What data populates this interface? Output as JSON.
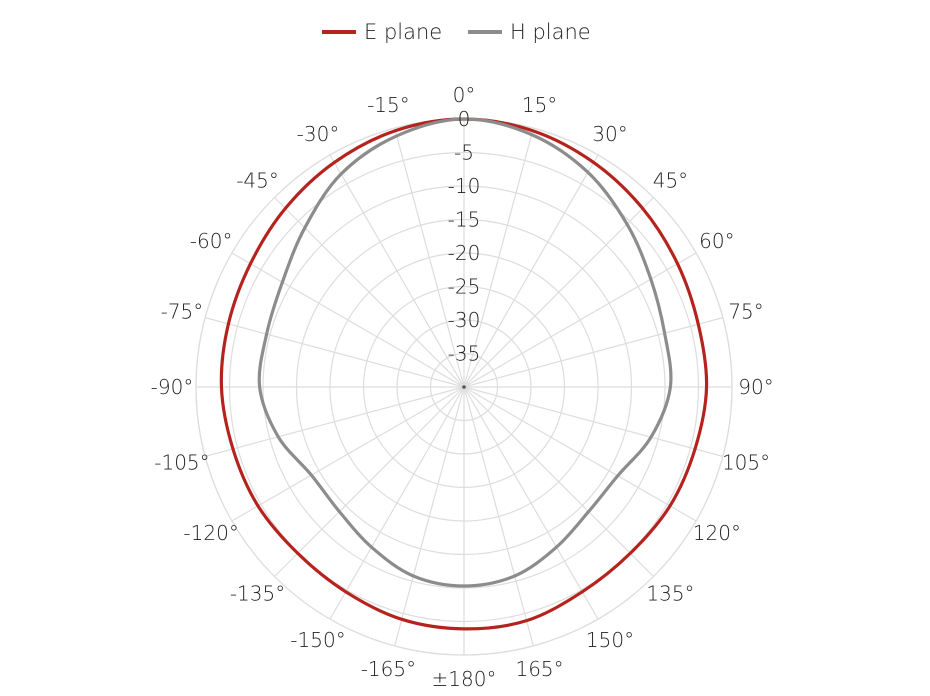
{
  "chart_data": {
    "type": "line",
    "subtype": "polar",
    "title": "",
    "angle_ticks": [
      {
        "deg": 0,
        "label": "0°"
      },
      {
        "deg": 15,
        "label": "15°"
      },
      {
        "deg": 30,
        "label": "30°"
      },
      {
        "deg": 45,
        "label": "45°"
      },
      {
        "deg": 60,
        "label": "60°"
      },
      {
        "deg": 75,
        "label": "75°"
      },
      {
        "deg": 90,
        "label": "90°"
      },
      {
        "deg": 105,
        "label": "105°"
      },
      {
        "deg": 120,
        "label": "120°"
      },
      {
        "deg": 135,
        "label": "135°"
      },
      {
        "deg": 150,
        "label": "150°"
      },
      {
        "deg": 165,
        "label": "165°"
      },
      {
        "deg": 180,
        "label": "±180°"
      },
      {
        "deg": -165,
        "label": "-165°"
      },
      {
        "deg": -150,
        "label": "-150°"
      },
      {
        "deg": -135,
        "label": "-135°"
      },
      {
        "deg": -120,
        "label": "-120°"
      },
      {
        "deg": -105,
        "label": "-105°"
      },
      {
        "deg": -90,
        "label": "-90°"
      },
      {
        "deg": -75,
        "label": "-75°"
      },
      {
        "deg": -60,
        "label": "-60°"
      },
      {
        "deg": -45,
        "label": "-45°"
      },
      {
        "deg": -30,
        "label": "-30°"
      },
      {
        "deg": -15,
        "label": "-15°"
      }
    ],
    "radial_ticks": [
      {
        "value": 0,
        "label": "0"
      },
      {
        "value": -5,
        "label": "-5"
      },
      {
        "value": -10,
        "label": "-10"
      },
      {
        "value": -15,
        "label": "-15"
      },
      {
        "value": -20,
        "label": "-20"
      },
      {
        "value": -25,
        "label": "-25"
      },
      {
        "value": -30,
        "label": "-30"
      },
      {
        "value": -35,
        "label": "-35"
      }
    ],
    "radial_range": [
      -40,
      0
    ],
    "grid": true,
    "legend_position": "top-center",
    "series": [
      {
        "name": "E plane",
        "color": "#b5231e",
        "angles": [
          0,
          15,
          30,
          45,
          60,
          75,
          90,
          105,
          120,
          135,
          150,
          165,
          180,
          -165,
          -150,
          -135,
          -120,
          -105,
          -90,
          -75,
          -60,
          -45,
          -30,
          -15
        ],
        "values": [
          0,
          -0.4,
          -1.3,
          -2.3,
          -3.2,
          -3.8,
          -3.8,
          -4.3,
          -4.5,
          -4.9,
          -4.7,
          -3.9,
          -3.9,
          -4.1,
          -4.7,
          -4.9,
          -4.5,
          -4.3,
          -3.8,
          -3.6,
          -3.2,
          -2.3,
          -1.3,
          -0.4
        ]
      },
      {
        "name": "H plane",
        "color": "#8c8c8c",
        "angles": [
          0,
          15,
          30,
          45,
          60,
          75,
          90,
          105,
          120,
          135,
          150,
          165,
          180,
          -165,
          -150,
          -135,
          -120,
          -105,
          -90,
          -75,
          -60,
          -45,
          -30,
          -15
        ],
        "values": [
          0,
          -1.0,
          -3.0,
          -5.6,
          -7.8,
          -9.0,
          -9.2,
          -11.1,
          -13.5,
          -13.7,
          -12.4,
          -10.8,
          -10.3,
          -10.8,
          -12.4,
          -13.7,
          -13.7,
          -11.3,
          -9.5,
          -9.5,
          -8.7,
          -6.4,
          -3.3,
          -1.2
        ]
      }
    ]
  }
}
